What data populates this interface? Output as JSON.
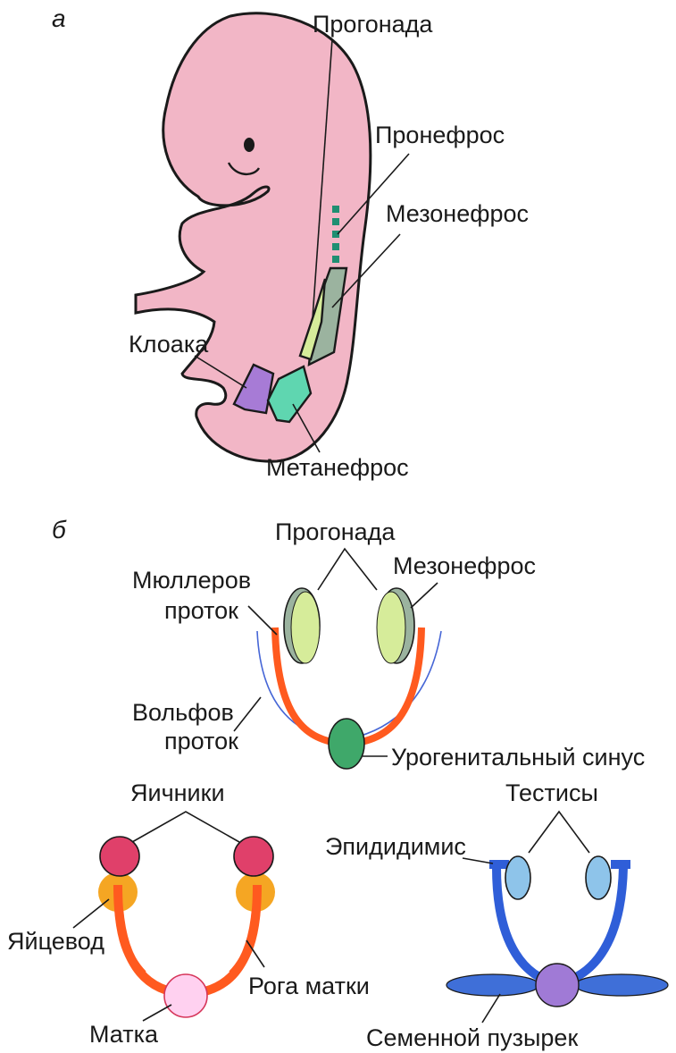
{
  "panel_a": {
    "letter": "а",
    "labels": {
      "progonada": "Прогонада",
      "pronefros": "Пронефрос",
      "mezonefros": "Мезонефрос",
      "kloaka": "Клоака",
      "metanefros": "Метанефрос"
    }
  },
  "panel_b": {
    "letter": "б",
    "labels": {
      "progonada": "Прогонада",
      "mezonefros": "Мезонефрос",
      "myullerov_line1": "Мюллеров",
      "myullerov_line2": "проток",
      "volfov_line1": "Вольфов",
      "volfov_line2": "проток",
      "urogenital": "Урогенитальный синус"
    }
  },
  "female": {
    "labels": {
      "yaichniki": "Яичники",
      "yaitsevod": "Яйцевод",
      "roga_matki": "Рога матки",
      "matka": "Матка"
    }
  },
  "male": {
    "labels": {
      "testisy": "Тестисы",
      "epididimis": "Эпидидимис",
      "semennoy": "Семенной пузырек"
    }
  },
  "colors": {
    "embryo": "#f2b6c6",
    "pronephros": "#1f8f72",
    "mesonephros": "#9bb39f",
    "gonad": "#d6ec9a",
    "cloaca": "#a77bd6",
    "metanephros": "#5fd6b0",
    "duct_orange": "#ff5a1f",
    "wolff_blue": "#4666d6",
    "urogenital": "#3fa86a",
    "ovary": "#e0406a",
    "oviduct_end": "#f5a623",
    "uterus": "#ffd1f0",
    "testis": "#8ec4ea",
    "male_duct": "#2f5ed8",
    "vesicle": "#3f6fd8",
    "male_center": "#a07ad6"
  }
}
